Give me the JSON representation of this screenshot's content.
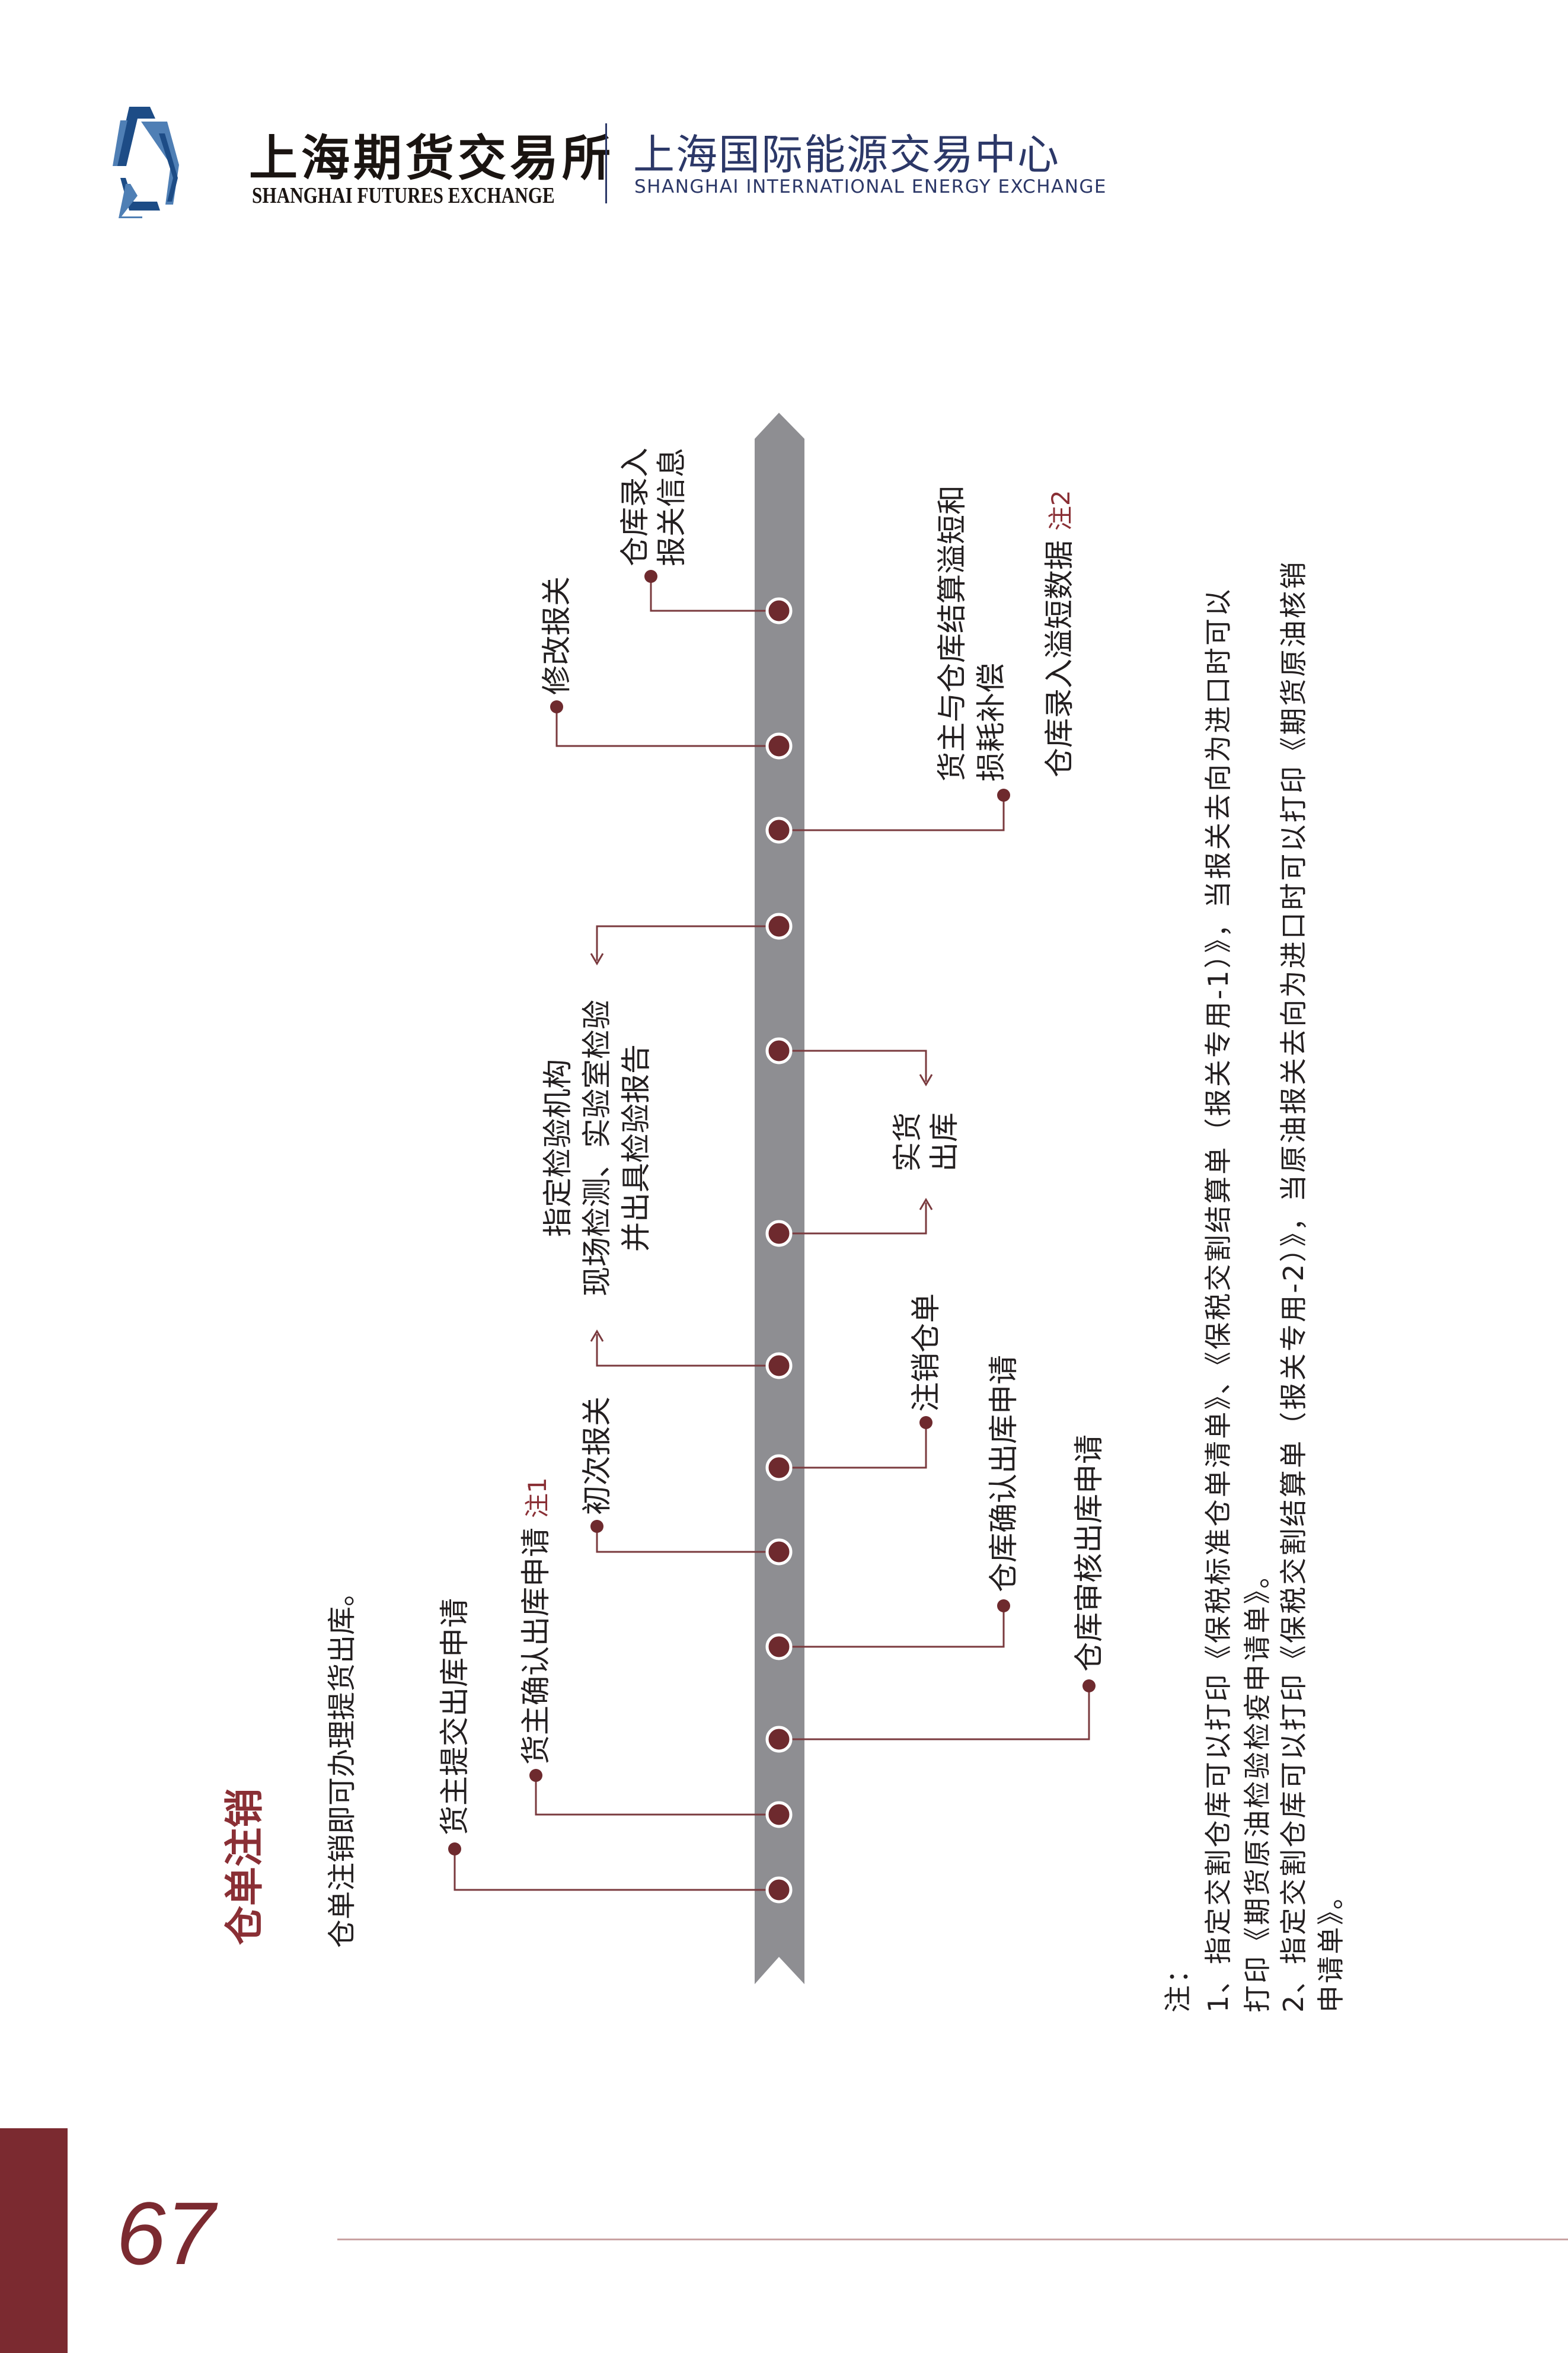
{
  "header": {
    "sfe_name_cn": "上海期货交易所",
    "sfe_name_en": "SHANGHAI FUTURES EXCHANGE",
    "ine_name_cn": "上海国际能源交易中心",
    "ine_name_en": "SHANGHAI INTERNATIONAL ENERGY EXCHANGE"
  },
  "section": {
    "title": "仓单注销",
    "subtitle": "仓单注销即可办理提货出库。"
  },
  "flow": {
    "owner_submit": "货主提交出库申请",
    "owner_confirm": "货主确认出库申请",
    "note1_mark": "注1",
    "first_customs": "初次报关",
    "inspection": [
      "指定检验机构",
      "现场检测、实验室检验",
      "并出具检验报告"
    ],
    "modify_customs": "修改报关",
    "warehouse_customs_info": [
      "仓库录入",
      "报关信息"
    ],
    "warehouse_review": "仓库审核出库申请",
    "warehouse_confirm": "仓库确认出库申请",
    "cancel_receipt": "注销仓单",
    "physical_out": [
      "实货",
      "出库"
    ],
    "settlement": [
      "货主与仓库结算溢短和",
      "损耗补偿"
    ],
    "overflow_data": "仓库录入溢短数据",
    "note2_mark": "注2"
  },
  "notes": {
    "heading": "注：",
    "lines": [
      "1、指定交割仓库可以打印《保税标准仓单清单》、《保税交割结算单（报关专用-1）》，当报关去向为进口时可以",
      "打印《期货原油检验检疫申请单》。",
      "2、指定交割仓库可以打印《保税交割结算单（报关专用-2）》，当原油报关去向为进口时可以打印《期货原油核销",
      "申请单》。"
    ]
  },
  "footer": {
    "page_number": "67"
  },
  "colors": {
    "accent": "#7b2a30",
    "timeline": "#8e8e92",
    "navy": "#2c3868",
    "logo_dark": "#1d4c86",
    "logo_light": "#4f7fb5"
  }
}
